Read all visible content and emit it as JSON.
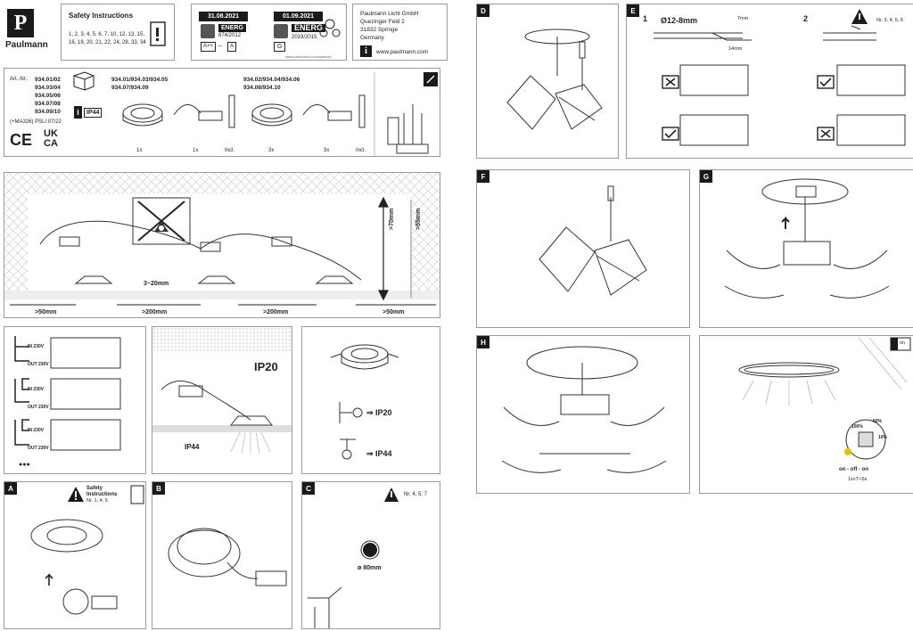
{
  "brand": {
    "logo_letter": "P",
    "name": "Paulmann"
  },
  "safety": {
    "title": "Safety Instructions",
    "numbers_line1": "1, 2, 3, 4, 5, 6, 7, 10, 12, 13, 15,",
    "numbers_line2": "16, 19, 20, 21, 22, 24, 28, 33, 34"
  },
  "energy": {
    "date1": "31.08.2021",
    "date2": "01.09.2021",
    "energ": "ENERG",
    "reg1": "874/2012",
    "reg2": "2019/2015",
    "class_range_top": "A++",
    "class_range_bottom": "A",
    "class_new": "G",
    "url_small": "www.paulmann.com/symbols"
  },
  "company": {
    "name": "Paulmann Licht GmbH",
    "street": "Quezinger Feld 2",
    "city": "31832 Springe",
    "country": "Germany",
    "url": "www.paulmann.com",
    "info_icon": "i"
  },
  "articles": {
    "prefix": "Art.-Nr.:",
    "list": [
      "934.01/02",
      "934.03/04",
      "934.05/06",
      "934.07/08",
      "934.09/10"
    ],
    "ma": "(+MA326) PSLI 07/22",
    "ce": "CE",
    "ukca1": "UK",
    "ukca2": "CA",
    "ip": "IP44",
    "set1_line1": "934.01/934.03/934.05",
    "set1_line2": "934.07/934.09",
    "set2_line1": "934.02/934.04/934.06",
    "set2_line2": "934.08/934.10",
    "q1": "1x",
    "q2": "1x",
    "q3": "Incl.",
    "q4": "3x",
    "q5": "3x",
    "q6": "Incl."
  },
  "install": {
    "d1": ">50mm",
    "d2": ">200mm",
    "d3": ">200mm",
    "d4": ">50mm",
    "depth": "3~20mm",
    "h1": ">70mm",
    "h2": ">55mm"
  },
  "wiring": {
    "in": "IN 230V",
    "out": "OUT 230V",
    "dots": "●●●"
  },
  "ip": {
    "ip20": "IP20",
    "ip44": "IP44",
    "arrow_ip20": "⇒ IP20",
    "arrow_ip44": "⇒ IP44"
  },
  "panels": {
    "A": {
      "label": "A",
      "safety": "Safety",
      "instructions": "Instructions",
      "nr": "Nr. 1, 4, 5"
    },
    "B": {
      "label": "B"
    },
    "C": {
      "label": "C",
      "nr": "Nr. 4, 5, 7",
      "dia": "ø 80mm"
    },
    "D": {
      "label": "D"
    },
    "E": {
      "label": "E",
      "step1": "1",
      "step2": "2",
      "dia": "Ø12-8mm",
      "m7": "7mm",
      "m14": "14mm",
      "nr": "Nr. 3, 4, 5, 6"
    },
    "F": {
      "label": "F"
    },
    "G": {
      "label": "G"
    },
    "H": {
      "label": "H"
    },
    "I": {
      "on_label": "on",
      "dim1": "100%",
      "dim2": "50%",
      "dim3": "10%",
      "seq": "on - off - on",
      "time": "1s<T<5s"
    }
  }
}
